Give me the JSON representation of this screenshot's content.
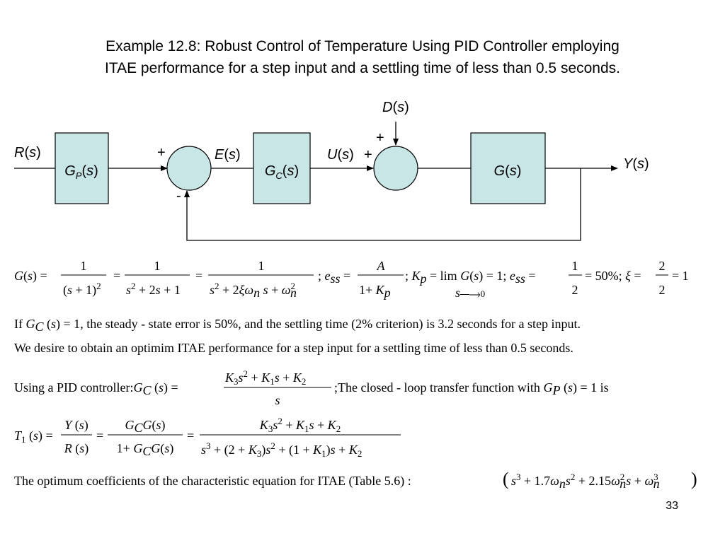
{
  "title": {
    "line1": "Example 12.8: Robust Control of Temperature Using PID Controller employing",
    "line2": "ITAE performance for a step input and a settling time of less than 0.5 seconds."
  },
  "diagram": {
    "input": "R(s)",
    "disturbance": "D(s)",
    "output": "Y(s)",
    "error": "E(s)",
    "control": "U(s)",
    "blocks": [
      "G_P(s)",
      "G_C(s)",
      "G(s)"
    ],
    "signs": {
      "sum1_top": "+",
      "sum1_bottom": "-",
      "sum2_top": "+",
      "sum2_left": "+"
    },
    "colors": {
      "block_fill": "#c8e6e6",
      "line": "#000000"
    }
  },
  "text": {
    "line_if": "If G_C(s) = 1, the steady - state error is 50%, and the settling time (2% criterion) is 3.2 seconds for a step input.",
    "line_if_rest": ", the steady - state error is 50%, and the settling time (2% criterion) is 3.2 seconds for a step input.",
    "line_desire": "We desire to obtain an optimim ITAE  performance for a step input  for a settling time of  less than  0.5 seconds.",
    "line_pid_prefix": "Using a PID controller:",
    "line_pid_suffix": "The  closed - loop transfer function  with",
    "line_itae": "The optimum coefficients of  the characteristic equation for ITAE  (Table 5.6) :"
  },
  "page_number": "33"
}
